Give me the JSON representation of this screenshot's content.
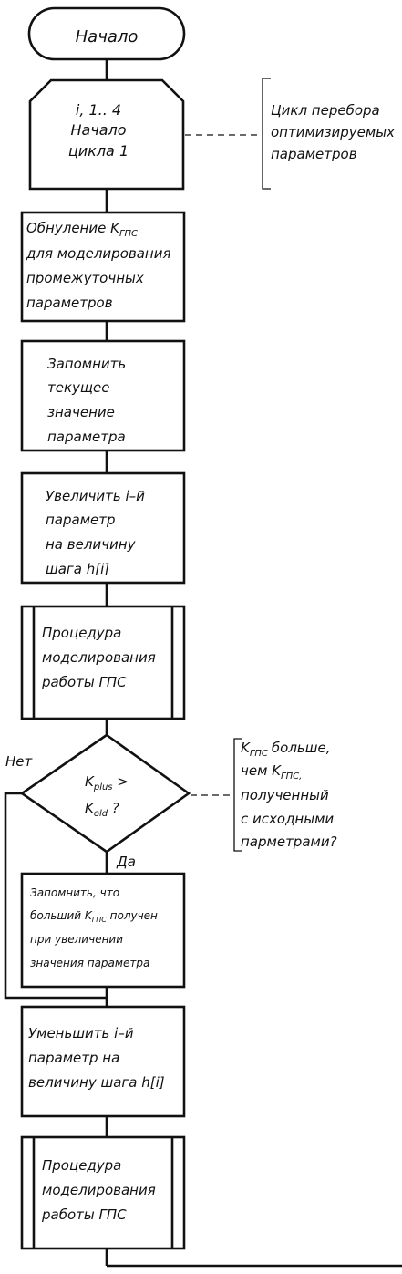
{
  "flowchart": {
    "start": "Начало",
    "loop_begin": [
      "i, 1.. 4",
      "Начало",
      "цикла 1"
    ],
    "loop_comment": [
      "Цикл перебора",
      "оптимизируемых",
      "параметров"
    ],
    "reset_step": [
      "Обнуление K",
      "для моделирования",
      "промежуточных",
      "параметров"
    ],
    "save_step": [
      "Запомнить",
      "текущее",
      "значение",
      "параметра"
    ],
    "increase_step": [
      "Увеличить i–й",
      "параметр",
      "на величину",
      "шага h[i]"
    ],
    "simulation_1": [
      "Процедура",
      "моделирования",
      "работы ГПС"
    ],
    "decision": {
      "line1": "K",
      "line1_sub": "plus",
      "line1_suffix": " >",
      "line2": "K",
      "line2_sub": "old",
      "line2_suffix": " ?"
    },
    "decision_comment": [
      "больше,",
      "чем K",
      "полученный",
      "с исходными",
      "парметрами?"
    ],
    "label_no": "Нет",
    "label_yes": "Да",
    "remember_step": [
      "Запомнить, что",
      "больший K",
      " получен",
      "при увеличении",
      "значения параметра"
    ],
    "decrease_step": [
      "Уменьшить i–й",
      "параметр на",
      "величину шага h[i]"
    ],
    "simulation_2": [
      "Процедура",
      "моделирования",
      "работы ГПС"
    ],
    "sub_gps": "ГПС",
    "sub_gps_comma": "ГПС,"
  }
}
